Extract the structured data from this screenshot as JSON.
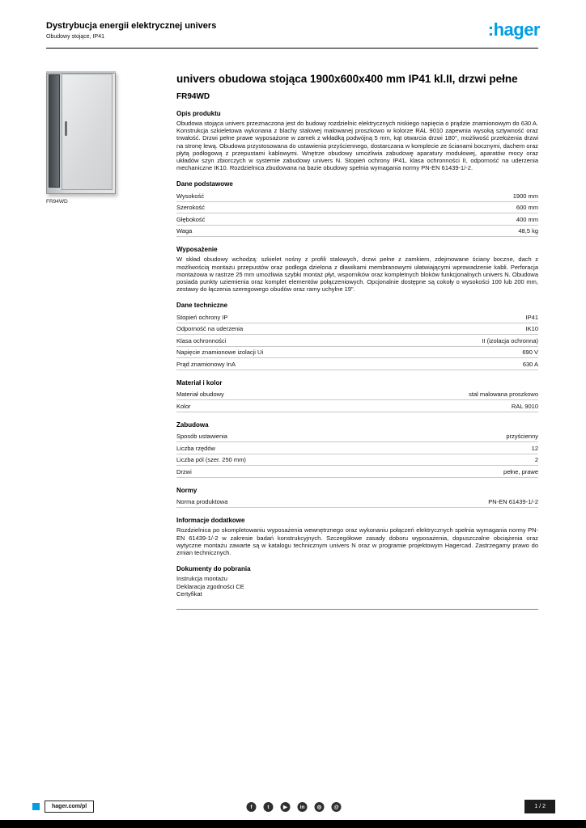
{
  "header": {
    "line1": "Dystrybucja energii elektrycznej univers",
    "line2": "Obudowy stojące, IP41"
  },
  "logo": {
    "text": ":hager",
    "color": "#009ee2"
  },
  "product": {
    "title": "univers obudowa stojąca 1900x600x400 mm IP41 kl.II, drzwi pełne",
    "reference": "FR94WD",
    "image_caption": "FR94WD"
  },
  "sections": [
    {
      "heading": "Opis produktu",
      "type": "paragraph",
      "lines": [
        "Obudowa stojąca univers przeznaczona jest do budowy rozdzielnic elektrycznych niskiego napięcia o prądzie znamionowym do 630 A.",
        "Konstrukcja szkieletowa wykonana z blachy stalowej malowanej proszkowo w kolorze RAL 9010 zapewnia wysoką sztywność oraz trwałość.",
        "Drzwi pełne prawe wyposażone w zamek z wkładką podwójną 5 mm, kąt otwarcia drzwi 180°, możliwość przełożenia drzwi na stronę lewą.",
        "Obudowa przystosowana do ustawienia przyściennego, dostarczana w komplecie ze ścianami bocznymi, dachem oraz płytą podłogową z przepustami kablowymi.",
        "Wnętrze obudowy umożliwia zabudowę aparatury modułowej, aparatów mocy oraz układów szyn zbiorczych w systemie zabudowy univers N.",
        "Stopień ochrony IP41, klasa ochronności II, odporność na uderzenia mechaniczne IK10.",
        "Rozdzielnica zbudowana na bazie obudowy spełnia wymagania normy PN-EN 61439-1/-2."
      ]
    },
    {
      "heading": "Dane podstawowe",
      "type": "rows",
      "rows": [
        {
          "term": "Wysokość",
          "value": "1900 mm"
        },
        {
          "term": "Szerokość",
          "value": "600 mm"
        },
        {
          "term": "Głębokość",
          "value": "400 mm"
        },
        {
          "term": "Waga",
          "value": "48,5 kg"
        }
      ]
    },
    {
      "heading": "Wyposażenie",
      "type": "paragraph",
      "lines": [
        "W skład obudowy wchodzą: szkielet nośny z profili stalowych, drzwi pełne z zamkiem, zdejmowane ściany boczne, dach z możliwością montażu przepustów oraz podłoga dzielona z dławikami membranowymi ułatwiającymi wprowadzenie kabli.",
        "Perforacja montażowa w rastrze 25 mm umożliwia szybki montaż płyt, wsporników oraz kompletnych bloków funkcjonalnych univers N.",
        "Obudowa posiada punkty uziemienia oraz komplet elementów połączeniowych.",
        "Opcjonalnie dostępne są cokoły o wysokości 100 lub 200 mm, zestawy do łączenia szeregowego obudów oraz ramy uchylne 19\"."
      ]
    },
    {
      "heading": "Dane techniczne",
      "type": "rows",
      "rows": [
        {
          "term": "Stopień ochrony IP",
          "value": "IP41"
        },
        {
          "term": "Odporność na uderzenia",
          "value": "IK10"
        },
        {
          "term": "Klasa ochronności",
          "value": "II (izolacja ochronna)"
        },
        {
          "term": "Napięcie znamionowe izolacji Ui",
          "value": "690 V"
        },
        {
          "term": "Prąd znamionowy InA",
          "value": "630 A"
        }
      ]
    },
    {
      "heading": "Materiał i kolor",
      "type": "rows",
      "rows": [
        {
          "term": "Materiał obudowy",
          "value": "stal malowana proszkowo"
        },
        {
          "term": "Kolor",
          "value": "RAL 9010"
        }
      ]
    },
    {
      "heading": "Zabudowa",
      "type": "rows",
      "rows": [
        {
          "term": "Sposób ustawienia",
          "value": "przyścienny"
        },
        {
          "term": "Liczba rzędów",
          "value": "12"
        },
        {
          "term": "Liczba pól (szer. 250 mm)",
          "value": "2"
        },
        {
          "term": "Drzwi",
          "value": "pełne, prawe"
        }
      ]
    },
    {
      "heading": "Normy",
      "type": "rows",
      "rows": [
        {
          "term": "Norma produktowa",
          "value": "PN-EN 61439-1/-2"
        }
      ]
    },
    {
      "heading": "Informacje dodatkowe",
      "type": "paragraph",
      "lines": [
        "Rozdzielnica po skompletowaniu wyposażenia wewnętrznego oraz wykonaniu połączeń elektrycznych spełnia wymagania normy PN-EN 61439-1/-2 w zakresie badań konstrukcyjnych.",
        "Szczegółowe zasady doboru wyposażenia, dopuszczalne obciążenia oraz wytyczne montażu zawarte są w katalogu technicznym univers N oraz w programie projektowym Hagercad.",
        "Zastrzegamy prawo do zmian technicznych."
      ]
    },
    {
      "heading": "Dokumenty do pobrania",
      "type": "list",
      "lines": [
        "Instrukcja montażu",
        "Deklaracja zgodności CE",
        "Certyfikat"
      ]
    }
  ],
  "footer": {
    "website": "hager.com/pl",
    "page_indicator": "1 / 2",
    "social": [
      {
        "name": "facebook-icon",
        "glyph": "f"
      },
      {
        "name": "twitter-icon",
        "glyph": "t"
      },
      {
        "name": "youtube-icon",
        "glyph": "▶"
      },
      {
        "name": "linkedin-icon",
        "glyph": "in"
      },
      {
        "name": "instagram-icon",
        "glyph": "◎"
      },
      {
        "name": "email-icon",
        "glyph": "@"
      }
    ],
    "accent_color": "#009ee2"
  }
}
